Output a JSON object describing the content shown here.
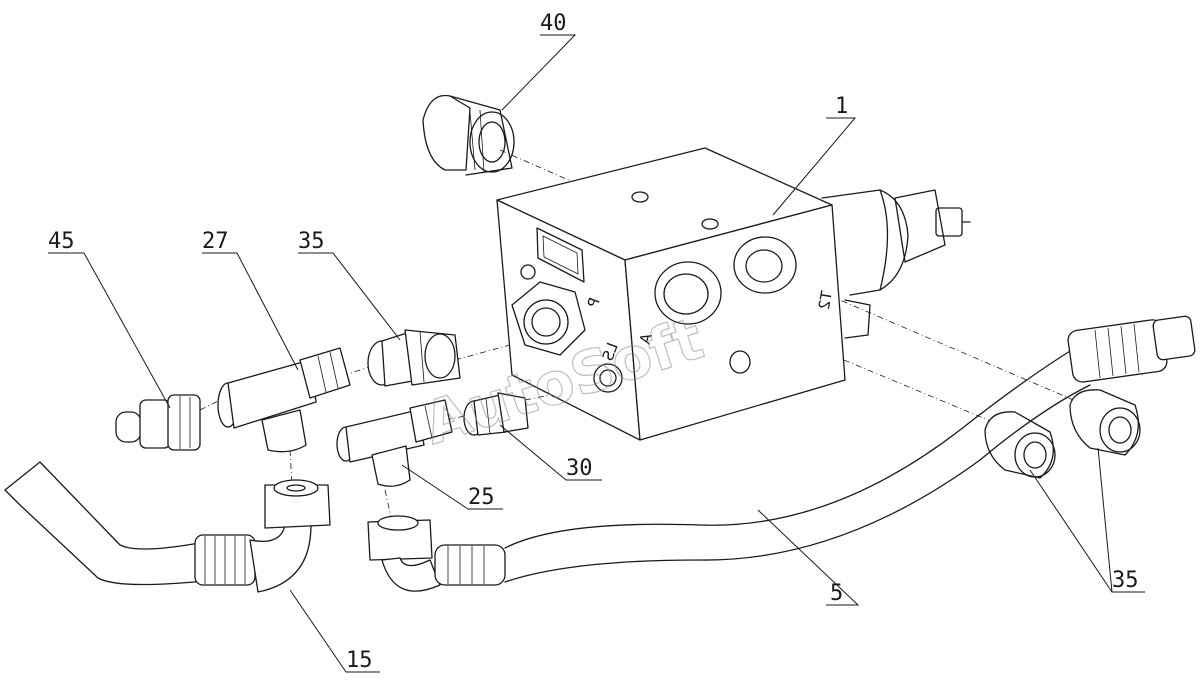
{
  "callouts": {
    "c1": "1",
    "c5": "5",
    "c15": "15",
    "c25": "25",
    "c27": "27",
    "c30": "30",
    "c35a": "35",
    "c35b": "35",
    "c40": "40",
    "c45": "45"
  },
  "ports": {
    "p": "P",
    "a": "A",
    "ls": "LS",
    "t2": "T2"
  },
  "watermark": "AutoSoft",
  "colors": {
    "line": "#1a1a1a",
    "background": "#ffffff",
    "watermark": "#8a8a8a"
  }
}
